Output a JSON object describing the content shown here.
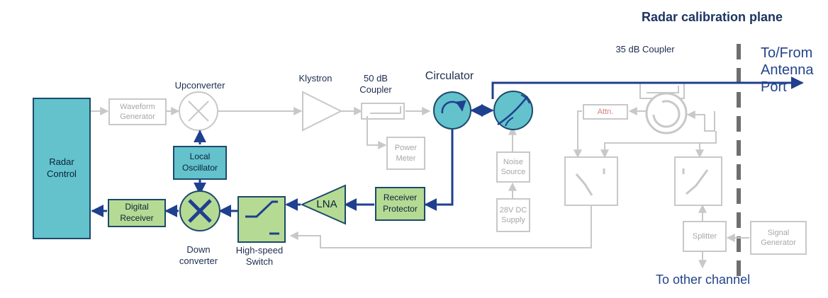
{
  "title": "Radar calibration plane",
  "labels": {
    "upconverter": "Upconverter",
    "klystron": "Klystron",
    "coupler_50": "50 dB\nCoupler",
    "circulator": "Circulator",
    "coupler_35": "35 dB Coupler",
    "down_converter": "Down\nconverter",
    "high_speed_switch": "High-speed\nSwitch",
    "antenna_port": "To/From\nAntenna\nPort",
    "other_channel": "To other channel"
  },
  "blocks": {
    "radar_control": "Radar\nControl",
    "waveform_generator": "Waveform\nGenerator",
    "local_oscillator": "Local\nOscillator",
    "digital_receiver": "Digital\nReceiver",
    "receiver_protector": "Receiver\nProtector",
    "power_meter": "Power\nMeter",
    "noise_source": "Noise\nSource",
    "dc_supply": "28V DC\nSupply",
    "attenuator": "Attn.",
    "splitter": "Splitter",
    "signal_generator": "Signal\nGenerator",
    "lna": "LNA"
  },
  "colors": {
    "signal_path": "#1f3f8f",
    "gray_path": "#c8c8c8",
    "teal_fill": "#63c2cc",
    "green_fill": "#b5da94",
    "calibration_plane": "#6e6e6e"
  }
}
